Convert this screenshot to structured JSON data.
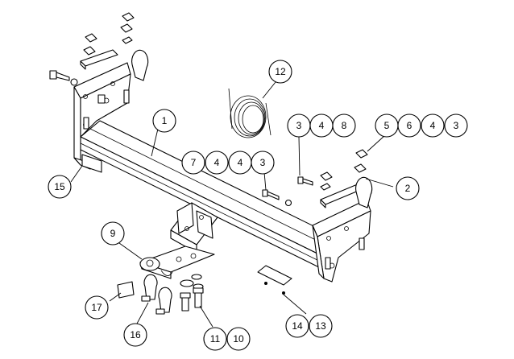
{
  "callouts": [
    {
      "id": "c-1",
      "label": "1"
    },
    {
      "id": "c-2",
      "label": "2"
    },
    {
      "id": "c-3a",
      "label": "3"
    },
    {
      "id": "c-4a",
      "label": "4"
    },
    {
      "id": "c-8",
      "label": "8"
    },
    {
      "id": "c-5",
      "label": "5"
    },
    {
      "id": "c-6",
      "label": "6"
    },
    {
      "id": "c-4b",
      "label": "4"
    },
    {
      "id": "c-3b",
      "label": "3"
    },
    {
      "id": "c-7",
      "label": "7"
    },
    {
      "id": "c-4c",
      "label": "4"
    },
    {
      "id": "c-4d",
      "label": "4"
    },
    {
      "id": "c-3c",
      "label": "3"
    },
    {
      "id": "c-9",
      "label": "9"
    },
    {
      "id": "c-11",
      "label": "11"
    },
    {
      "id": "c-10",
      "label": "10"
    },
    {
      "id": "c-12",
      "label": "12"
    },
    {
      "id": "c-13",
      "label": "13"
    },
    {
      "id": "c-14",
      "label": "14"
    },
    {
      "id": "c-15",
      "label": "15"
    },
    {
      "id": "c-16",
      "label": "16"
    },
    {
      "id": "c-17",
      "label": "17"
    }
  ]
}
